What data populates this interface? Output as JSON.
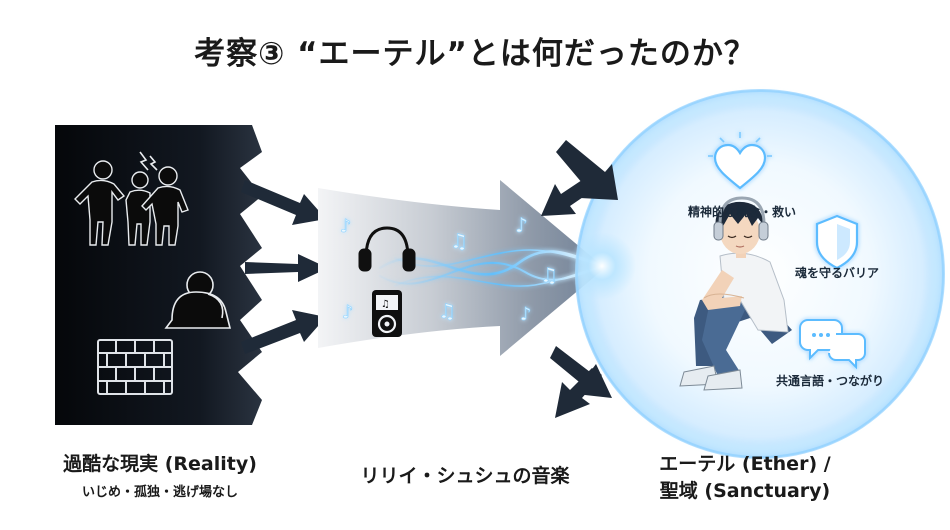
{
  "title": "考察③ “エーテル”とは何だったのか？",
  "reality": {
    "title": "過酷な現実 (Reality)",
    "subtitle": "いじめ・孤独・逃げ場なし"
  },
  "music": {
    "label": "リリイ・シュシュの音楽"
  },
  "ether": {
    "line1": "エーテル (Ether) /",
    "line2": "聖域 (Sanctuary)",
    "features": [
      {
        "label": "精神的な概念・救い",
        "icon": "heart-icon"
      },
      {
        "label": "魂を守るバリア",
        "icon": "shield-icon"
      },
      {
        "label": "共通言語・つながり",
        "icon": "speech-bubbles-icon"
      }
    ]
  },
  "colors": {
    "reality_dark": "#0d0f14",
    "arrow_dark": "#1f2a38",
    "ether_glow": "#8fd3ff",
    "bubble_edge": "#bfe6ff"
  }
}
